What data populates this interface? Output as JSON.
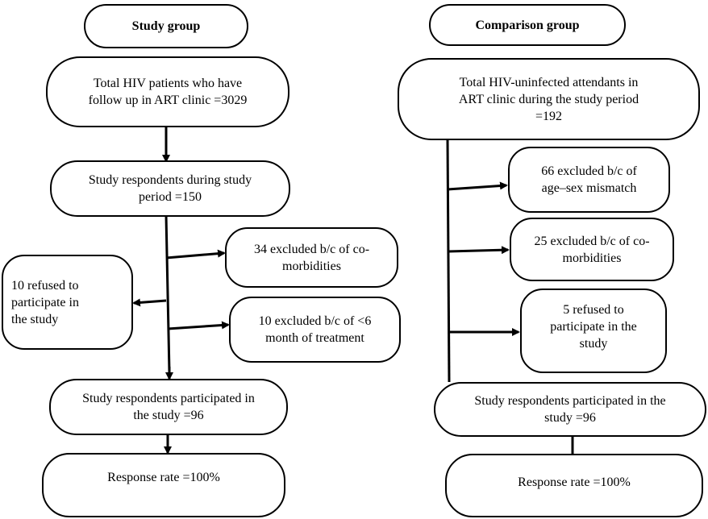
{
  "study_group": {
    "title": "Study group",
    "total": "Total HIV patients who have\nfollow up in ART clinic =3029",
    "respondents": "Study respondents during study\nperiod =150",
    "excluded_comorbid": "34 excluded b/c of co-\nmorbidities",
    "refused": "10 refused to\nparticipate in\nthe study",
    "excluded_treatment": "10 excluded b/c of <6\nmonth of treatment",
    "participated": "Study respondents participated in\nthe study =96",
    "response_rate": "Response rate =100%"
  },
  "comparison_group": {
    "title": "Comparison group",
    "total": "Total HIV-uninfected attendants in\nART clinic during the study period\n=192",
    "excluded_age_sex": "66 excluded b/c of\nage–sex mismatch",
    "excluded_comorbid": "25 excluded b/c of co-\nmorbidities",
    "refused": "5 refused to\nparticipate in the\nstudy",
    "participated": "Study respondents participated in the\nstudy =96",
    "response_rate": "Response rate =100%"
  },
  "colors": {
    "line": "#000000",
    "box_fill": "#ffffff"
  }
}
